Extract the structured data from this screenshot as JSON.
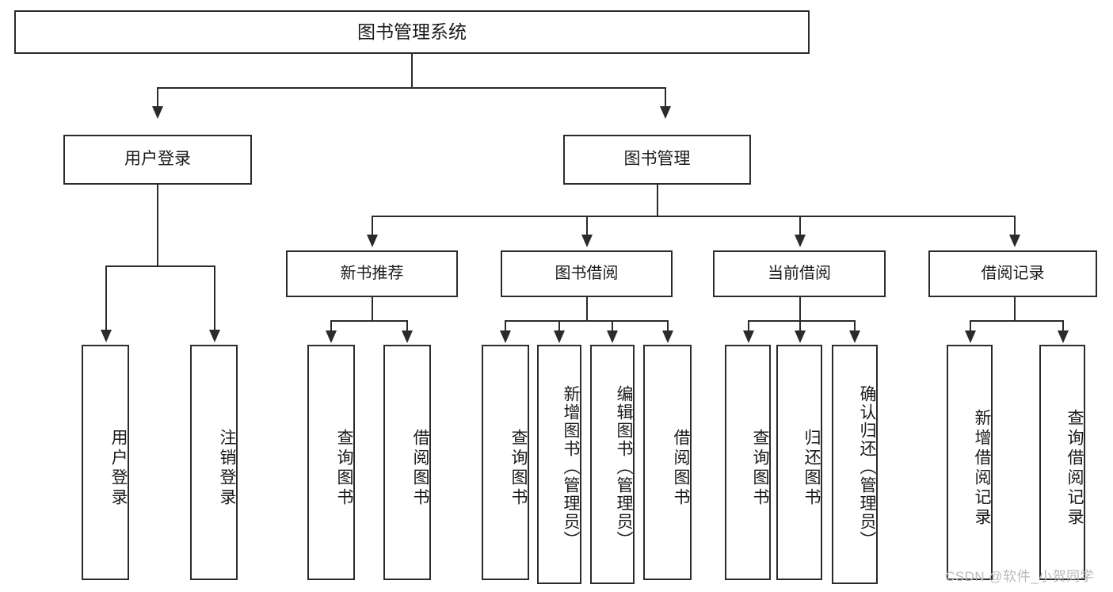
{
  "diagram": {
    "title": "图书管理系统",
    "watermark": "CSDN @软件_小贺同学",
    "colors": {
      "border": "#2b2b2b",
      "background": "#ffffff",
      "text": "#1a1a1a",
      "watermark": "#b9b9b9"
    },
    "root": {
      "label": "图书管理系统"
    },
    "level1": [
      {
        "label": "用户登录"
      },
      {
        "label": "图书管理"
      }
    ],
    "level2": [
      {
        "label": "新书推荐"
      },
      {
        "label": "图书借阅"
      },
      {
        "label": "当前借阅"
      },
      {
        "label": "借阅记录"
      }
    ],
    "leaves": {
      "user_login": [
        {
          "label": "用户登录"
        },
        {
          "label": "注销登录"
        }
      ],
      "new_book_recommend": [
        {
          "label": "查询图书"
        },
        {
          "label": "借阅图书"
        }
      ],
      "book_borrow": [
        {
          "label": "查询图书"
        },
        {
          "label": "新增图书（管理员）"
        },
        {
          "label": "编辑图书（管理员）"
        },
        {
          "label": "借阅图书"
        }
      ],
      "current_borrow": [
        {
          "label": "查询图书"
        },
        {
          "label": "归还图书"
        },
        {
          "label": "确认归还（管理员）"
        }
      ],
      "borrow_record": [
        {
          "label": "新增借阅记录"
        },
        {
          "label": "查询借阅记录"
        }
      ]
    }
  },
  "chart_data": {
    "type": "tree",
    "title": "图书管理系统",
    "nodes": [
      {
        "id": "root",
        "label": "图书管理系统",
        "level": 0,
        "parent": null
      },
      {
        "id": "n1",
        "label": "用户登录",
        "level": 1,
        "parent": "root"
      },
      {
        "id": "n2",
        "label": "图书管理",
        "level": 1,
        "parent": "root"
      },
      {
        "id": "n1a",
        "label": "用户登录",
        "level": 2,
        "parent": "n1"
      },
      {
        "id": "n1b",
        "label": "注销登录",
        "level": 2,
        "parent": "n1"
      },
      {
        "id": "n2a",
        "label": "新书推荐",
        "level": 2,
        "parent": "n2"
      },
      {
        "id": "n2b",
        "label": "图书借阅",
        "level": 2,
        "parent": "n2"
      },
      {
        "id": "n2c",
        "label": "当前借阅",
        "level": 2,
        "parent": "n2"
      },
      {
        "id": "n2d",
        "label": "借阅记录",
        "level": 2,
        "parent": "n2"
      },
      {
        "id": "n2a1",
        "label": "查询图书",
        "level": 3,
        "parent": "n2a"
      },
      {
        "id": "n2a2",
        "label": "借阅图书",
        "level": 3,
        "parent": "n2a"
      },
      {
        "id": "n2b1",
        "label": "查询图书",
        "level": 3,
        "parent": "n2b"
      },
      {
        "id": "n2b2",
        "label": "新增图书（管理员）",
        "level": 3,
        "parent": "n2b"
      },
      {
        "id": "n2b3",
        "label": "编辑图书（管理员）",
        "level": 3,
        "parent": "n2b"
      },
      {
        "id": "n2b4",
        "label": "借阅图书",
        "level": 3,
        "parent": "n2b"
      },
      {
        "id": "n2c1",
        "label": "查询图书",
        "level": 3,
        "parent": "n2c"
      },
      {
        "id": "n2c2",
        "label": "归还图书",
        "level": 3,
        "parent": "n2c"
      },
      {
        "id": "n2c3",
        "label": "确认归还（管理员）",
        "level": 3,
        "parent": "n2c"
      },
      {
        "id": "n2d1",
        "label": "新增借阅记录",
        "level": 3,
        "parent": "n2d"
      },
      {
        "id": "n2d2",
        "label": "查询借阅记录",
        "level": 3,
        "parent": "n2d"
      }
    ]
  }
}
